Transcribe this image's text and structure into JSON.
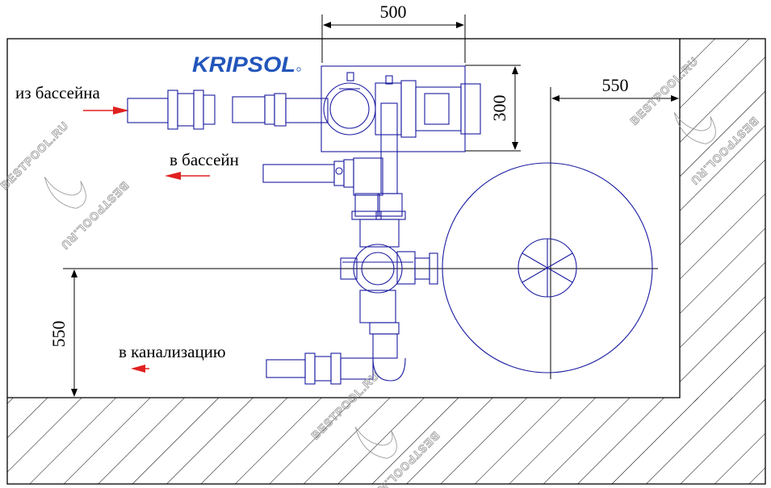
{
  "brand": {
    "logo_text": "KRIPSOL",
    "logo_color": "#2255bb"
  },
  "labels": {
    "from_pool": "из бассейна",
    "to_pool": "в бассейн",
    "to_sewer": "в канализацию"
  },
  "dimensions": {
    "top_width": "500",
    "pump_height": "300",
    "filter_offset_x": "550",
    "filter_offset_y": "550"
  },
  "watermark": {
    "text": "BESTPOOL.RU"
  },
  "colors": {
    "lines": "#1a1aa0",
    "arrows": "#e02020",
    "hatch": "#000000",
    "dimension": "#000000"
  }
}
